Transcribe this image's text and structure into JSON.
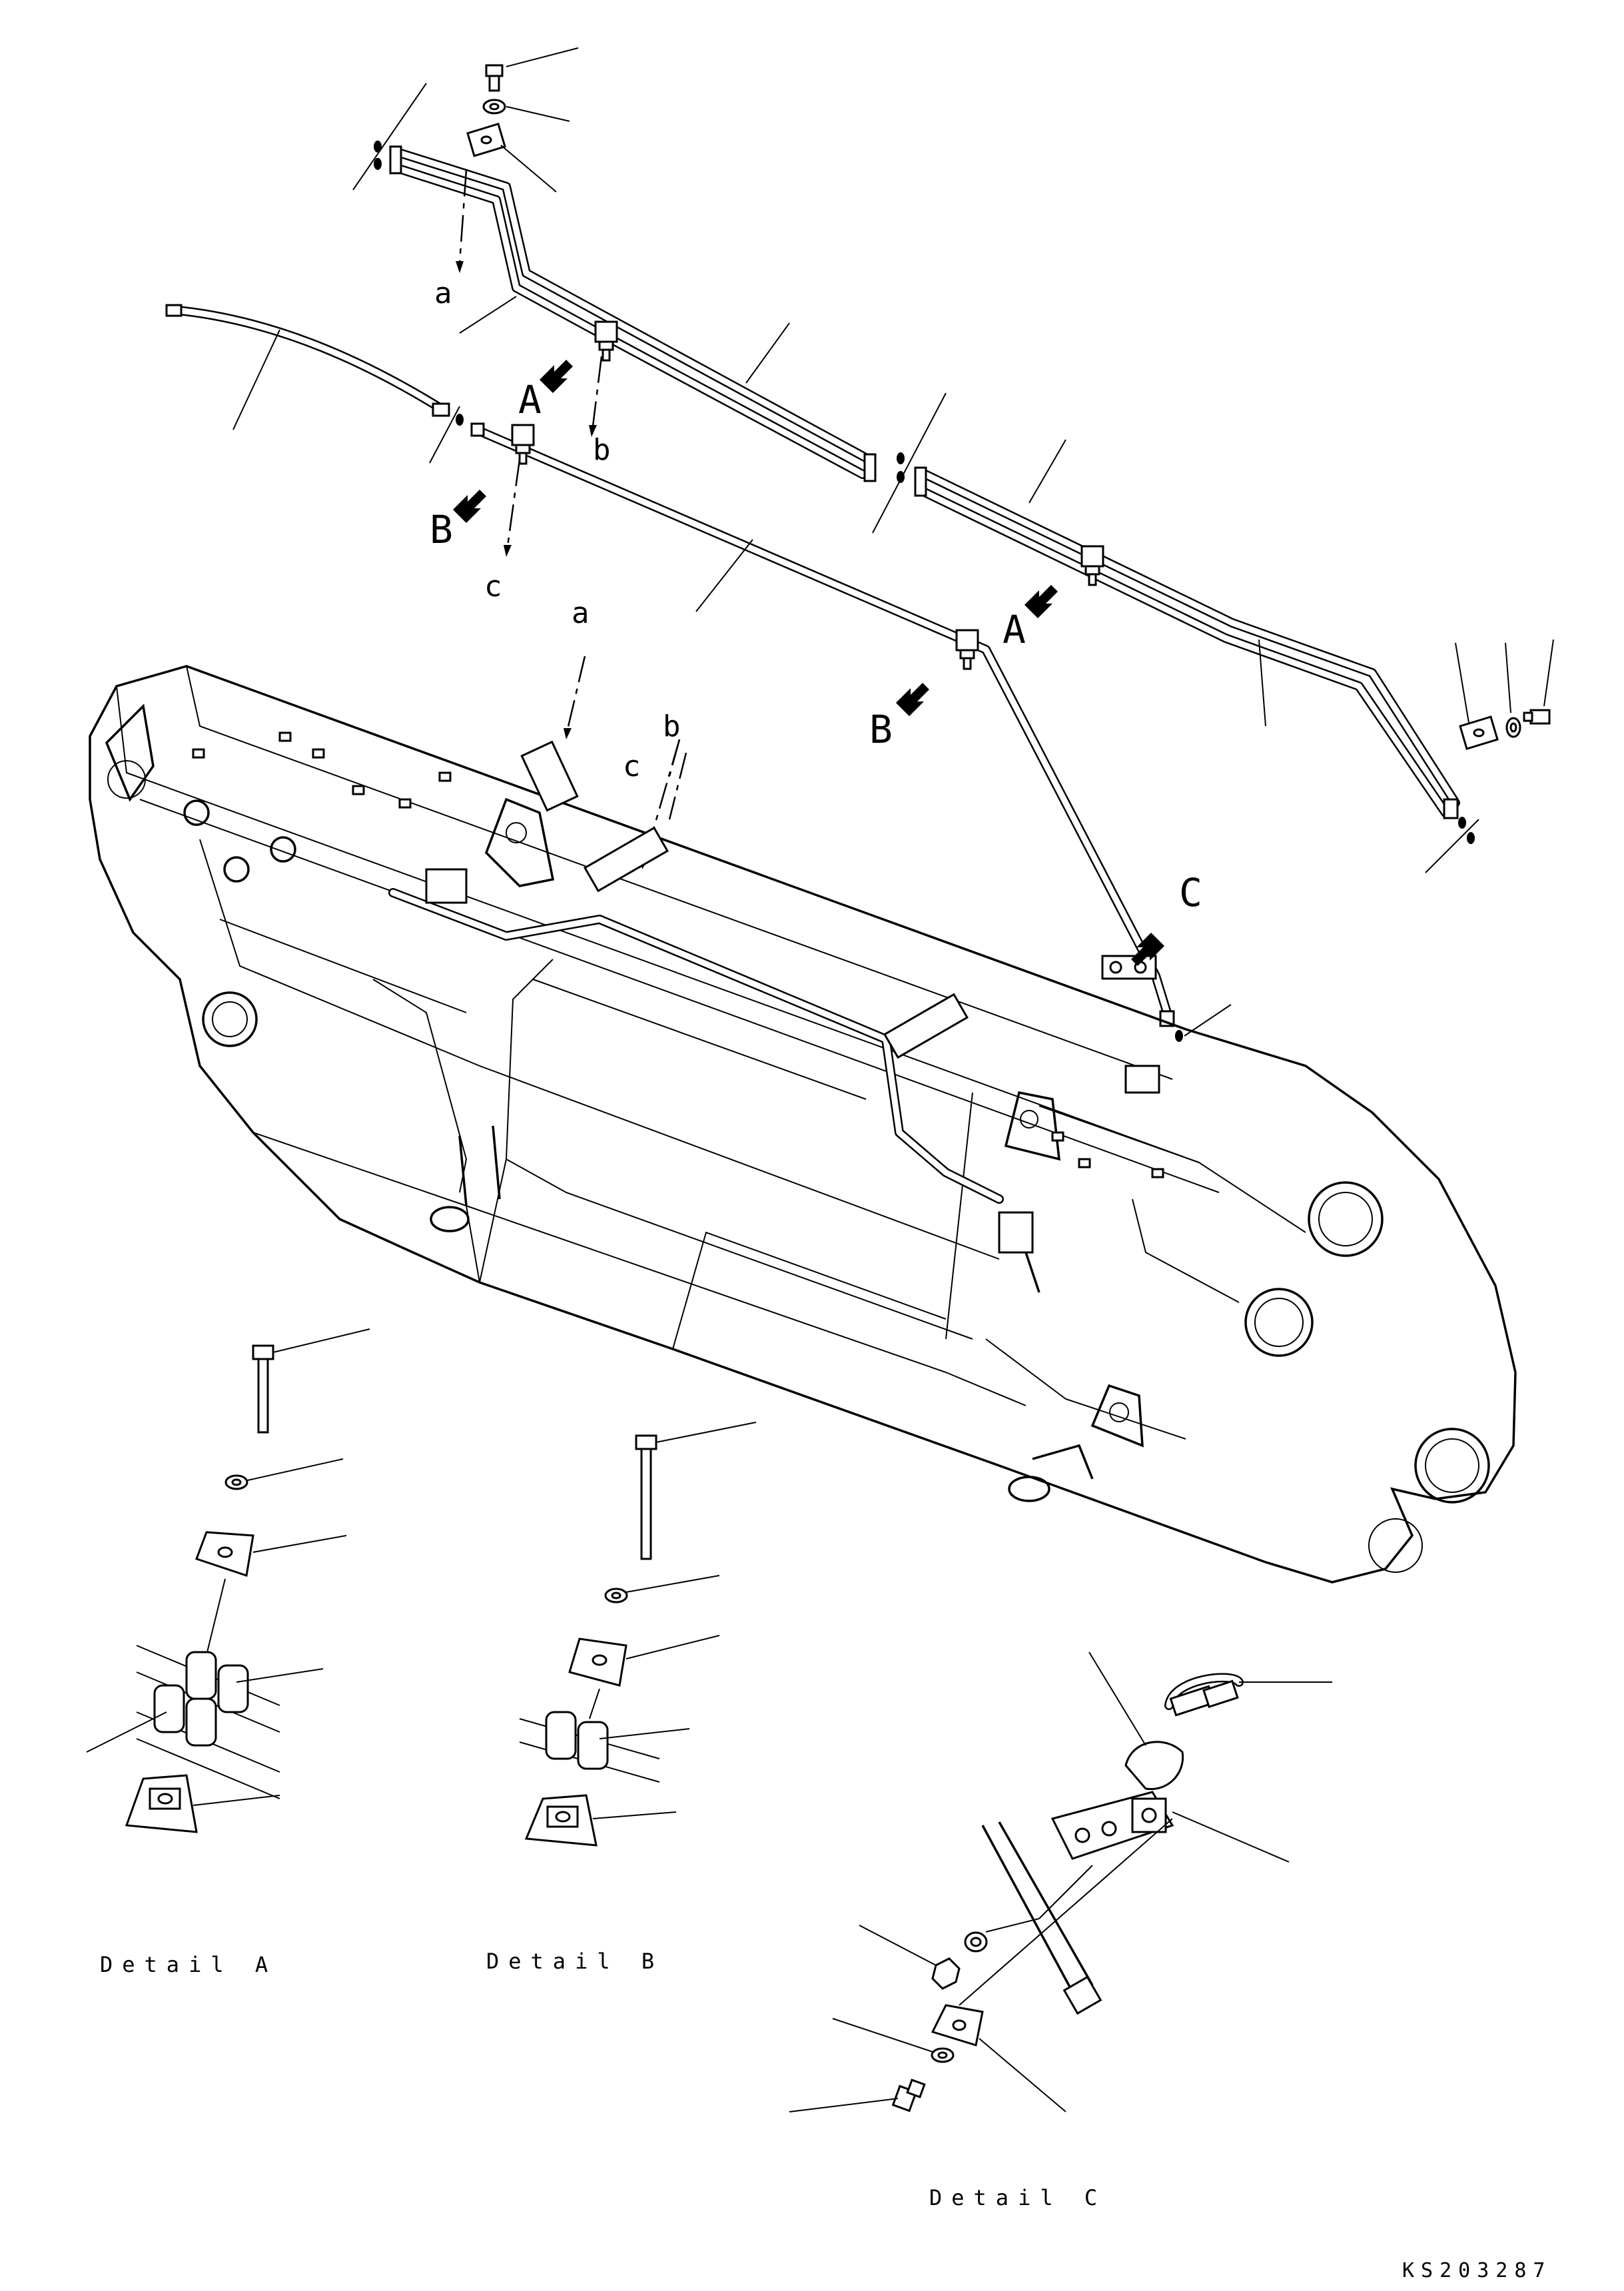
{
  "callouts": {
    "a": "a",
    "b": "b",
    "c": "c",
    "view_A": "A",
    "view_B": "B",
    "view_C": "C"
  },
  "details": {
    "a": "Detail A",
    "b": "Detail B",
    "c": "Detail C"
  },
  "drawing_code": "KS203287"
}
